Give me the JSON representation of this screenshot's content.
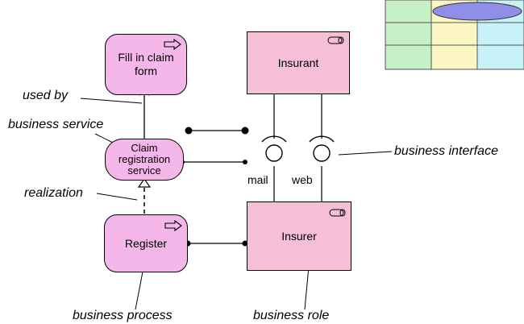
{
  "colors": {
    "process_fill": "#f5b6ea",
    "role_fill": "#f5bfd6",
    "legend_green": "#c6f0c6",
    "legend_yellow": "#fbf6c2",
    "legend_cyan": "#c7f3f8",
    "legend_ellipse": "#8f8ee8"
  },
  "nodes": {
    "fill_in_claim_form": "Fill in claim form",
    "claim_registration_service": "Claim registration service",
    "register": "Register",
    "insurant": "Insurant",
    "insurer": "Insurer"
  },
  "interfaces": {
    "mail": "mail",
    "web": "web"
  },
  "callouts": {
    "used_by": "used by",
    "business_service": "business service",
    "realization": "realization",
    "business_process": "business process",
    "business_role": "business role",
    "business_interface": "business interface"
  },
  "icons": {
    "process": "arrow-icon",
    "role": "role-cylinder-icon",
    "interface": "interface-socket-icon"
  }
}
